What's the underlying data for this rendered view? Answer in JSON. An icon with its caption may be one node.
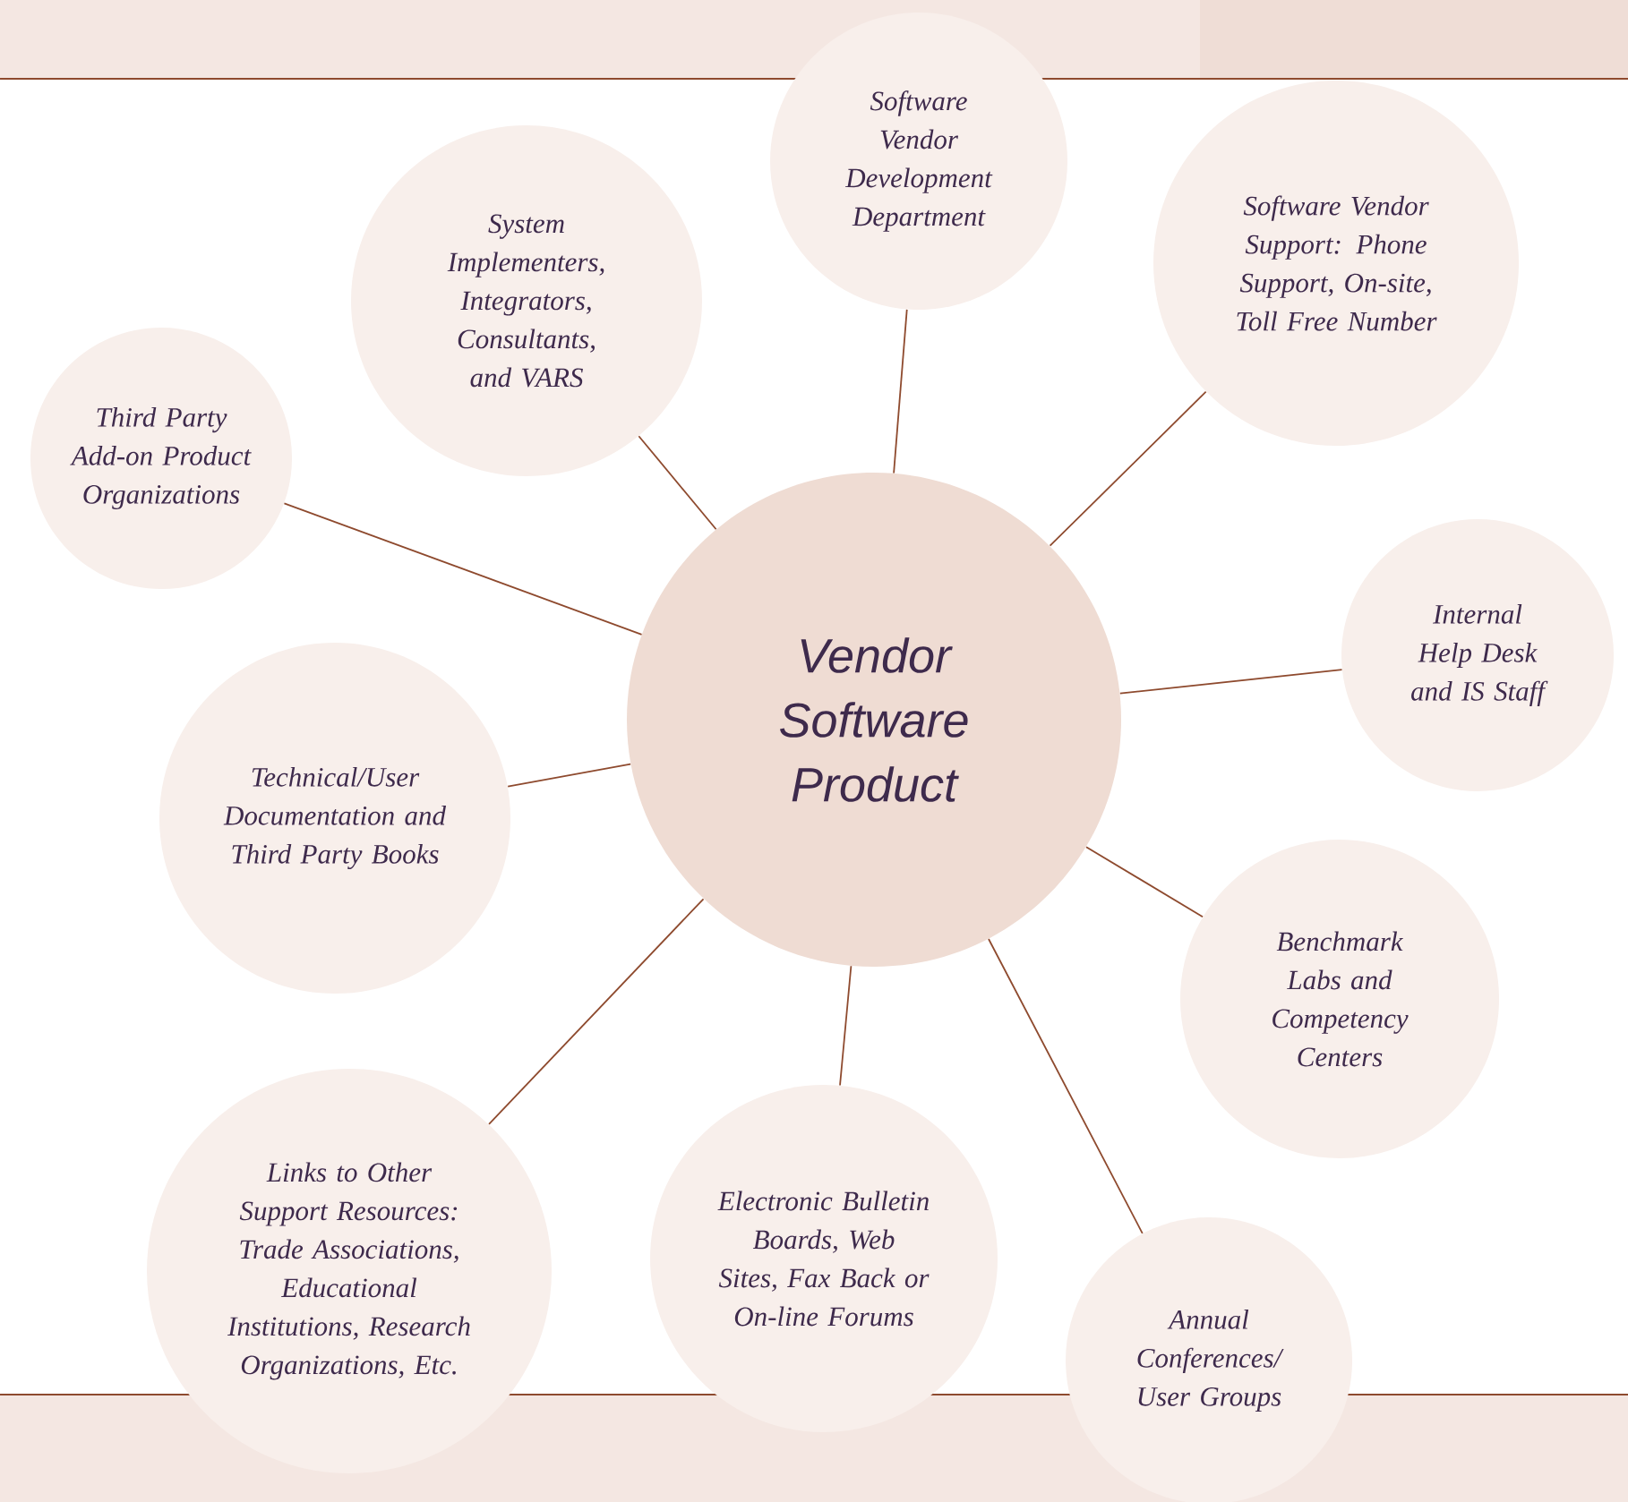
{
  "diagram": {
    "nodes": [
      {
        "text": [
          "Vendor Software Product"
        ]
      },
      {
        "text": [
          "Software Vendor Development Department"
        ]
      },
      {
        "text": [
          "System Implementers, Integrators, Consultants, and VARS"
        ]
      },
      {
        "text": [
          "Software Vendor Support: Phone Support, On-site, Toll Free Number"
        ]
      },
      {
        "text": [
          "Third Party Add-on Product Organizations"
        ]
      },
      {
        "text": [
          "Internal Help Desk and IS Staff"
        ]
      },
      {
        "text": [
          "Technical/User Documentation and Third Party Books"
        ]
      },
      {
        "text": [
          "Benchmark Labs and Competency Centers"
        ]
      },
      {
        "text": [
          "Links to Other Support Resources: Trade Associations, Educational Institutions, Research Organizations, Etc."
        ]
      },
      {
        "text": [
          "Electronic Bulletin Boards, Web Sites, Fax Back or On-line Forums"
        ]
      },
      {
        "text": [
          "Annual Conferences/ User Groups"
        ]
      }
    ],
    "edges": [
      {
        "from": 0,
        "to": 1,
        "arrow": "none"
      },
      {
        "from": 0,
        "to": 2,
        "arrow": "none"
      },
      {
        "from": 0,
        "to": 3,
        "arrow": "none"
      },
      {
        "from": 0,
        "to": 4,
        "arrow": "none"
      },
      {
        "from": 0,
        "to": 5,
        "arrow": "none"
      },
      {
        "from": 0,
        "to": 6,
        "arrow": "none"
      },
      {
        "from": 0,
        "to": 7,
        "arrow": "none"
      },
      {
        "from": 0,
        "to": 8,
        "arrow": "none"
      },
      {
        "from": 0,
        "to": 9,
        "arrow": "none"
      },
      {
        "from": 0,
        "to": 10,
        "arrow": "none"
      }
    ]
  }
}
